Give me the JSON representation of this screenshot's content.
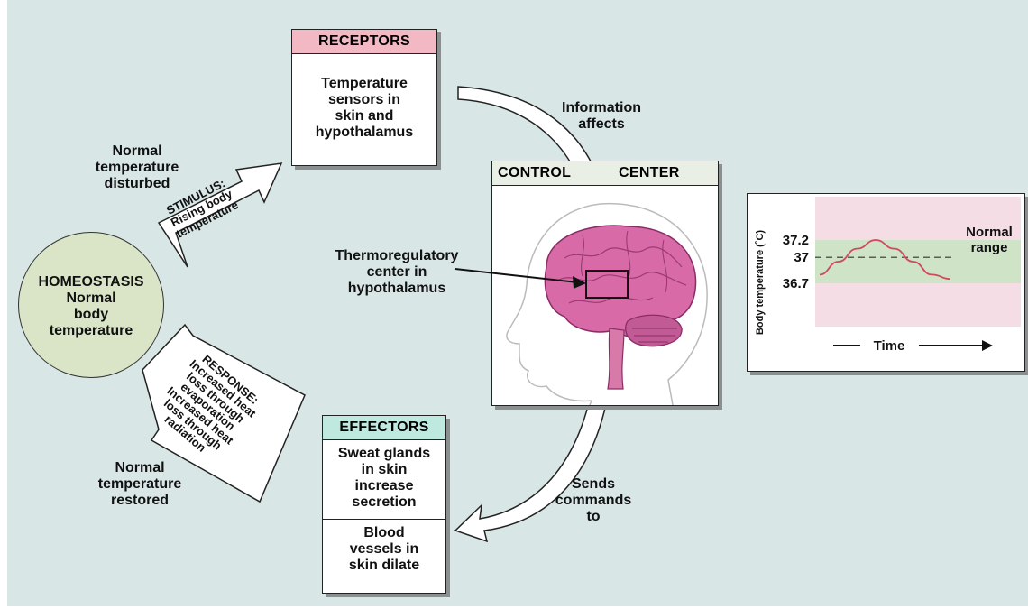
{
  "stimulus_side": {
    "disturbed_label": [
      "Normal",
      "temperature",
      "disturbed"
    ],
    "arrow_text": [
      "STIMULUS:",
      "Rising body",
      "temperature"
    ]
  },
  "response_side": {
    "restored_label": [
      "Normal",
      "temperature",
      "restored"
    ],
    "arrow_text": [
      "RESPONSE:",
      "Increased heat",
      "loss through",
      "evaporation",
      "Increased heat",
      "loss through",
      "radiation"
    ]
  },
  "homeostasis": {
    "lines": [
      "HOMEOSTASIS",
      "Normal",
      "body",
      "temperature"
    ]
  },
  "receptors": {
    "title": "RECEPTORS",
    "body": [
      "Temperature",
      "sensors in",
      "skin and",
      "hypothalamus"
    ]
  },
  "info_label": [
    "Information",
    "affects"
  ],
  "control_center": {
    "title_word1": "CONTROL",
    "title_word2": "CENTER",
    "callout": [
      "Thermoregulatory",
      "center in",
      "hypothalamus"
    ]
  },
  "commands_label": [
    "Sends",
    "commands",
    "to"
  ],
  "effectors": {
    "title": "EFFECTORS",
    "item1": [
      "Sweat glands",
      "in skin",
      "increase",
      "secretion"
    ],
    "item2": [
      "Blood",
      "vessels in",
      "skin dilate"
    ]
  },
  "chart_data": {
    "type": "line",
    "ylabel": "Body temperature (˚C)",
    "xlabel": "Time",
    "y_ticks": [
      "37.2",
      "37",
      "36.7"
    ],
    "normal_range": [
      36.7,
      37.2
    ],
    "normal_range_label": [
      "Normal",
      "range"
    ],
    "series": [
      {
        "values": [
          36.8,
          36.95,
          37.1,
          37.2,
          37.1,
          36.95,
          36.8,
          36.75
        ]
      }
    ],
    "dashed_reference": 37,
    "colors": {
      "plot_bg": "#f5dde6",
      "range_band": "#cfe3c7",
      "line": "#d0495e"
    }
  }
}
